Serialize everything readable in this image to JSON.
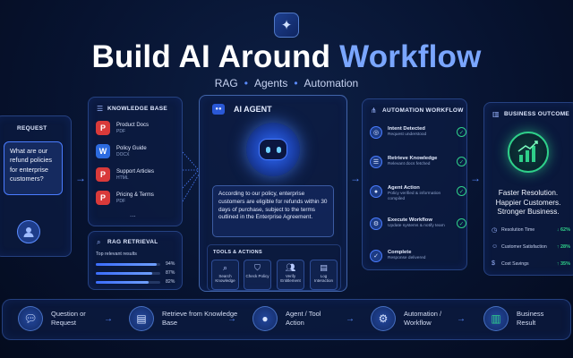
{
  "header": {
    "logo_icon": "sparkle-icon",
    "title_main": "Build AI Around ",
    "title_accent": "Workflow",
    "subtitle_items": [
      "RAG",
      "Agents",
      "Automation"
    ]
  },
  "request": {
    "title": "REQUEST",
    "question": "What are our refund policies for enterprise customers?",
    "avatar_icon": "user-icon"
  },
  "knowledge_base": {
    "title": "KNOWLEDGE BASE",
    "items": [
      {
        "name": "Product Docs",
        "type": "PDF",
        "icon": "P",
        "color": "#d93a3a"
      },
      {
        "name": "Policy Guide",
        "type": "DOCX",
        "icon": "W",
        "color": "#2c6be0"
      },
      {
        "name": "Support Articles",
        "type": "HTML",
        "icon": "P",
        "color": "#d93a3a"
      },
      {
        "name": "Pricing & Terms",
        "type": "PDF",
        "icon": "P",
        "color": "#d93a3a"
      }
    ],
    "more": "..."
  },
  "rag": {
    "title": "RAG RETRIEVAL",
    "subtitle": "Top relevant results",
    "results": [
      {
        "value": 94,
        "label": "94%"
      },
      {
        "value": 87,
        "label": "87%"
      },
      {
        "value": 82,
        "label": "82%"
      }
    ]
  },
  "agent": {
    "title": "AI AGENT",
    "response": "According to our policy, enterprise customers are eligible for refunds within 30 days of purchase, subject to the terms outlined in the Enterprise Agreement.",
    "tools_title": "TOOLS & ACTIONS",
    "tools": [
      {
        "label": "Search Knowledge",
        "icon": "search-icon"
      },
      {
        "label": "Check Policy",
        "icon": "shield-icon"
      },
      {
        "label": "Verify Entitlement",
        "icon": "users-icon"
      },
      {
        "label": "Log Interaction",
        "icon": "document-icon"
      }
    ]
  },
  "workflow": {
    "title": "AUTOMATION WORKFLOW",
    "steps": [
      {
        "name": "Intent Detected",
        "desc": "Request understood"
      },
      {
        "name": "Retrieve Knowledge",
        "desc": "Relevant docs fetched"
      },
      {
        "name": "Agent Action",
        "desc": "Policy verified & information compiled"
      },
      {
        "name": "Execute Workflow",
        "desc": "Update systems & notify team"
      },
      {
        "name": "Complete",
        "desc": "Response delivered"
      }
    ]
  },
  "outcome": {
    "title": "BUSINESS OUTCOME",
    "headline": "Faster Resolution. Happier Customers. Stronger Business.",
    "metrics": [
      {
        "label": "Resolution Time",
        "value": "↓ 62%"
      },
      {
        "label": "Customer Satisfaction",
        "value": "↑ 28%"
      },
      {
        "label": "Cost Savings",
        "value": "↑ 35%"
      }
    ]
  },
  "flow": {
    "steps": [
      {
        "label": "Question or Request",
        "icon": "chat-icon"
      },
      {
        "label": "Retrieve from Knowledge Base",
        "icon": "document-icon"
      },
      {
        "label": "Agent / Tool Action",
        "icon": "robot-icon"
      },
      {
        "label": "Automation / Workflow",
        "icon": "gear-icon"
      },
      {
        "label": "Business Result",
        "icon": "chart-icon"
      }
    ]
  },
  "colors": {
    "accent": "#5b8cff",
    "success": "#2fd08a",
    "background": "#071330"
  }
}
